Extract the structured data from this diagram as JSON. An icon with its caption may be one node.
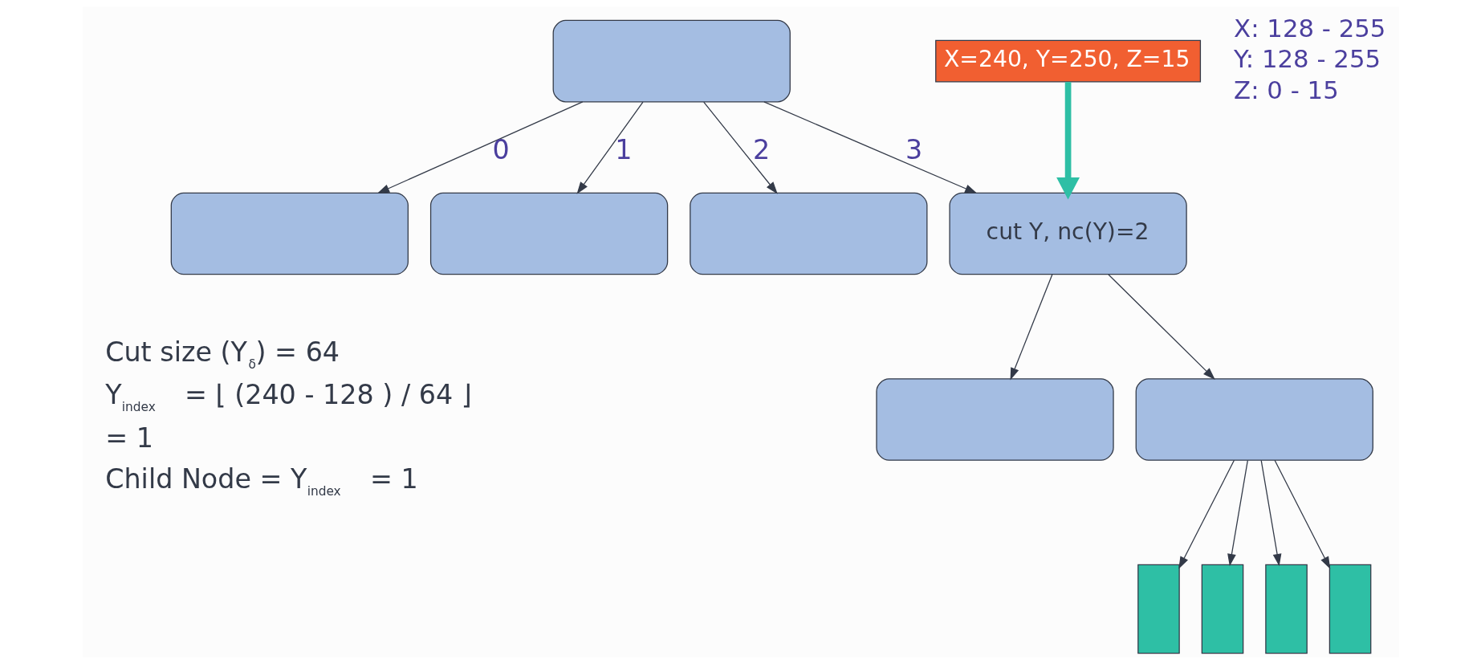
{
  "diagram": {
    "nodes": [
      {
        "text": [],
        "shape": "box"
      },
      {
        "text": [],
        "shape": "box"
      },
      {
        "text": [],
        "shape": "box"
      },
      {
        "text": [],
        "shape": "box"
      },
      {
        "text": [
          "cut Y, nc(Y)=2"
        ]
      },
      {
        "text": [],
        "shape": "box"
      },
      {
        "text": [],
        "shape": "box"
      },
      {
        "text": [],
        "shape": "box"
      },
      {
        "text": [],
        "shape": "box"
      },
      {
        "text": [],
        "shape": "box"
      },
      {
        "text": [],
        "shape": "box"
      },
      {
        "text": [
          "X=240, Y=250, Z=15"
        ]
      }
    ],
    "edges": [
      {
        "from": 0,
        "to": 1,
        "arrow": "to",
        "label": "0"
      },
      {
        "from": 0,
        "to": 2,
        "arrow": "to",
        "label": "1"
      },
      {
        "from": 0,
        "to": 3,
        "arrow": "to",
        "label": "2"
      },
      {
        "from": 0,
        "to": 4,
        "arrow": "to",
        "label": "3"
      },
      {
        "from": 4,
        "to": 5,
        "arrow": "to"
      },
      {
        "from": 4,
        "to": 6,
        "arrow": "to"
      },
      {
        "from": 6,
        "to": 7,
        "arrow": "to"
      },
      {
        "from": 6,
        "to": 8,
        "arrow": "to"
      },
      {
        "from": 6,
        "to": 9,
        "arrow": "to"
      },
      {
        "from": 6,
        "to": 10,
        "arrow": "to"
      },
      {
        "from": 11,
        "to": 4,
        "arrow": "to",
        "style": "thick",
        "color": "#2ebfa5"
      }
    ],
    "labels": [
      "X: 128 - 255",
      "Y: 128 - 255",
      "Z: 0 - 15",
      "Cut size (Y$_{δ}$) = 64",
      "Y$_{index}$ = ⌊ (240 - 128 ) / 64 ⌋",
      "= 1",
      "Child Node = Y$_{index}$ = 1"
    ]
  }
}
